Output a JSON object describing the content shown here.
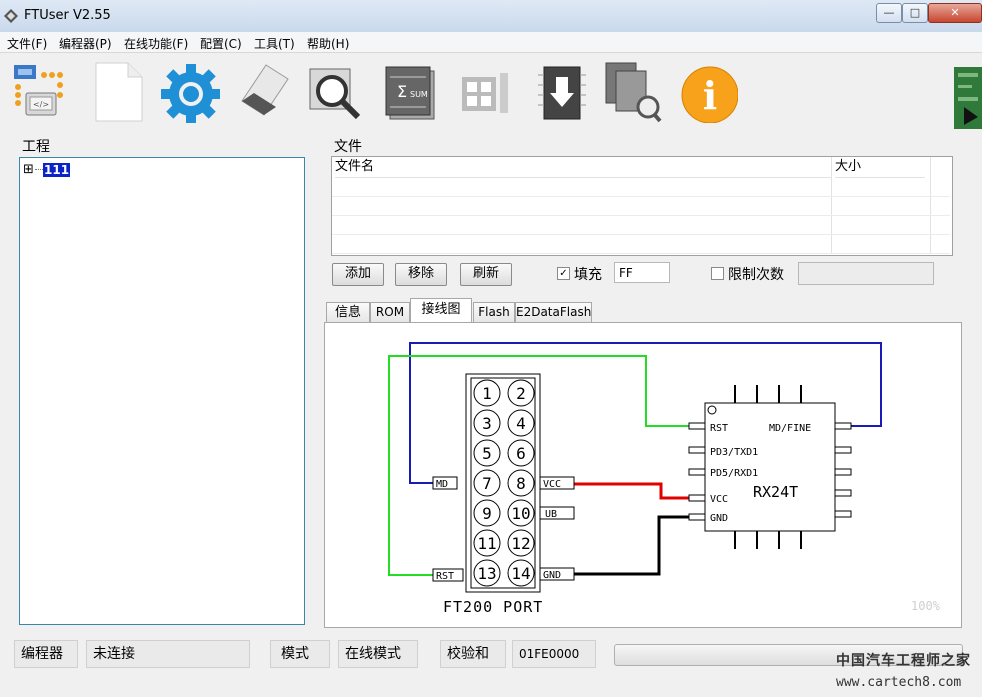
{
  "window": {
    "title": "FTUser V2.55",
    "minimize": "—",
    "maximize": "□",
    "close": "✕"
  },
  "menu": [
    "文件(F)",
    "编程器(P)",
    "在线功能(F)",
    "配置(C)",
    "工具(T)",
    "帮助(H)"
  ],
  "toolbar": {
    "icons": [
      "ft-project-icon",
      "new-file-icon",
      "settings-gear-icon",
      "eraser-icon",
      "search-magnifier-icon",
      "checksum-sum-icon",
      "chip-grid-icon",
      "download-chip-icon",
      "copy-documents-icon",
      "info-icon"
    ],
    "info_glyph": "i",
    "sum_glyph": "SUM"
  },
  "project": {
    "label": "工程",
    "tree_expander": "⊞",
    "tree_item": "111"
  },
  "files": {
    "label": "文件",
    "col_name": "文件名",
    "col_size": "大小",
    "add": "添加",
    "remove": "移除",
    "refresh": "刷新",
    "fill_checked": "✓",
    "fill_label": "填充",
    "fill_value": "FF",
    "limit_label": "限制次数",
    "limit_value": ""
  },
  "tabs": [
    "信息",
    "ROM",
    "接线图",
    "Flash",
    "E2DataFlash"
  ],
  "diagram": {
    "port_name": "FT200  PORT",
    "chip_name": "RX24T",
    "zoom": "100%",
    "pins": [
      "1",
      "2",
      "3",
      "4",
      "5",
      "6",
      "7",
      "8",
      "9",
      "10",
      "11",
      "12",
      "13",
      "14"
    ],
    "port_left_labels": [
      "MD",
      "RST"
    ],
    "port_right_labels": [
      "VCC",
      "UB",
      "GND"
    ],
    "chip_left_labels": [
      "RST",
      "PD3/TXD1",
      "PD5/RXD1",
      "VCC",
      "GND"
    ],
    "chip_right_labels": [
      "MD/FINE"
    ],
    "colors": {
      "md": "#1a1ab8",
      "rst": "#22dd22",
      "vcc": "#e00000",
      "gnd": "#000000"
    }
  },
  "status": {
    "programmer_label": "编程器",
    "programmer_value": "未连接",
    "mode_label": "模式",
    "mode_value": "在线模式",
    "checksum_label": "校验和",
    "checksum_value": "01FE0000"
  },
  "watermark": {
    "line1": "中国汽车工程师之家",
    "line2": "www.cartech8.com"
  }
}
